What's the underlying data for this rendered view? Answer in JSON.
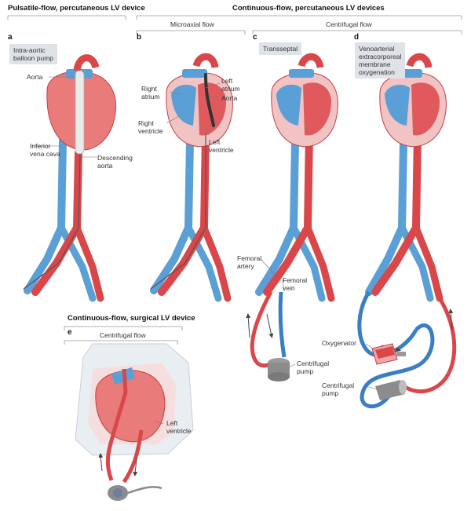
{
  "headers": {
    "pulsatile": "Pulsatile-flow, percutaneous LV device",
    "continuous": "Continuous-flow, percutaneous LV devices",
    "microaxial": "Microaxial flow",
    "centrifugal": "Centrifugal flow",
    "surgical": "Continuous-flow, surgical LV device",
    "surgical_sub": "Centrifugal flow"
  },
  "panels": {
    "a": {
      "letter": "a",
      "box": "Intra-aortic\nballoon pump",
      "labels": {
        "aorta": "Aorta",
        "ivc": "Inferior\nvena cava",
        "desc": "Descending\naorta"
      }
    },
    "b": {
      "letter": "b",
      "labels": {
        "ra": "Right\natrium",
        "la": "Left\natrium",
        "aorta": "Aorta",
        "rv": "Right\nventricle",
        "lv": "Left\nventricle"
      }
    },
    "c": {
      "letter": "c",
      "box": "Transseptal",
      "labels": {
        "fa": "Femoral\nartery",
        "fv": "Femoral\nvein",
        "pump": "Centrifugal\npump"
      }
    },
    "d": {
      "letter": "d",
      "box": "Venoarterial\nextracorporeal\nmembrane\noxygenation",
      "labels": {
        "oxy": "Oxygenator",
        "pump": "Centrifugal\npump"
      }
    },
    "e": {
      "letter": "e",
      "labels": {
        "lv": "Left\nventricle"
      }
    }
  },
  "colors": {
    "artery": "#d9474a",
    "vein": "#5a9fd6",
    "heart": "#e97b7b",
    "heart_dark": "#c73d42",
    "pericardium": "#f2c3c3",
    "device": "#8c8c8c",
    "box": "#dfe3e8"
  }
}
